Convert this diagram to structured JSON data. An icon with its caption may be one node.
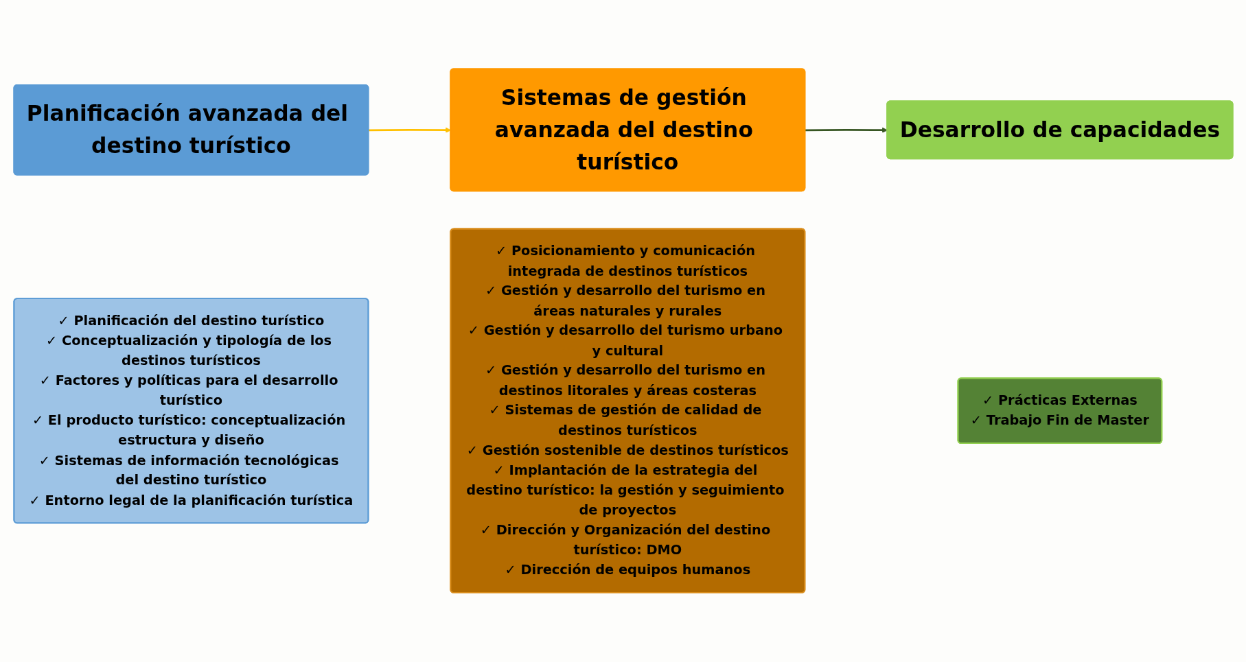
{
  "diagram": {
    "nodes": [
      {
        "text": [
          "Planificación avanzada del destino turístico"
        ]
      },
      {
        "text": [
          "Sistemas de gestión avanzada del destino turístico"
        ]
      },
      {
        "text": [
          "Desarrollo de capacidades"
        ]
      },
      {
        "text": [
          "✓ Planificación del destino turístico",
          "✓ Conceptualización y tipología de los destinos turísticos",
          "✓ Factores y políticas para el desarrollo turístico",
          "✓ El producto turístico: conceptualización estructura y diseño",
          "✓ Sistemas de información tecnológicas del destino turístico",
          "✓ Entorno legal de la planificación turística"
        ]
      },
      {
        "text": [
          "✓ Posicionamiento y comunicación integrada de destinos turísticos",
          "✓ Gestión y desarrollo del turismo en áreas naturales y rurales",
          "✓ Gestión y desarrollo del turismo urbano y cultural",
          "✓ Gestión y desarrollo del turismo en destinos litorales y áreas costeras",
          "✓ Sistemas de gestión de calidad de destinos turísticos",
          "✓ Gestión sostenible de destinos turísticos",
          "✓ Implantación de la estrategia del destino turístico: la gestión y seguimiento de proyectos",
          "✓ Dirección y Organización del destino turístico: DMO",
          "✓ Dirección de equipos humanos"
        ]
      },
      {
        "text": [
          "✓ Prácticas Externas",
          "✓ Trabajo Fin de Master"
        ]
      }
    ],
    "edges": [
      {
        "from": 0,
        "to": 1,
        "arrow": "to",
        "color": "#ffc000"
      },
      {
        "from": 1,
        "to": 2,
        "arrow": "to",
        "color": "#375623"
      }
    ]
  }
}
